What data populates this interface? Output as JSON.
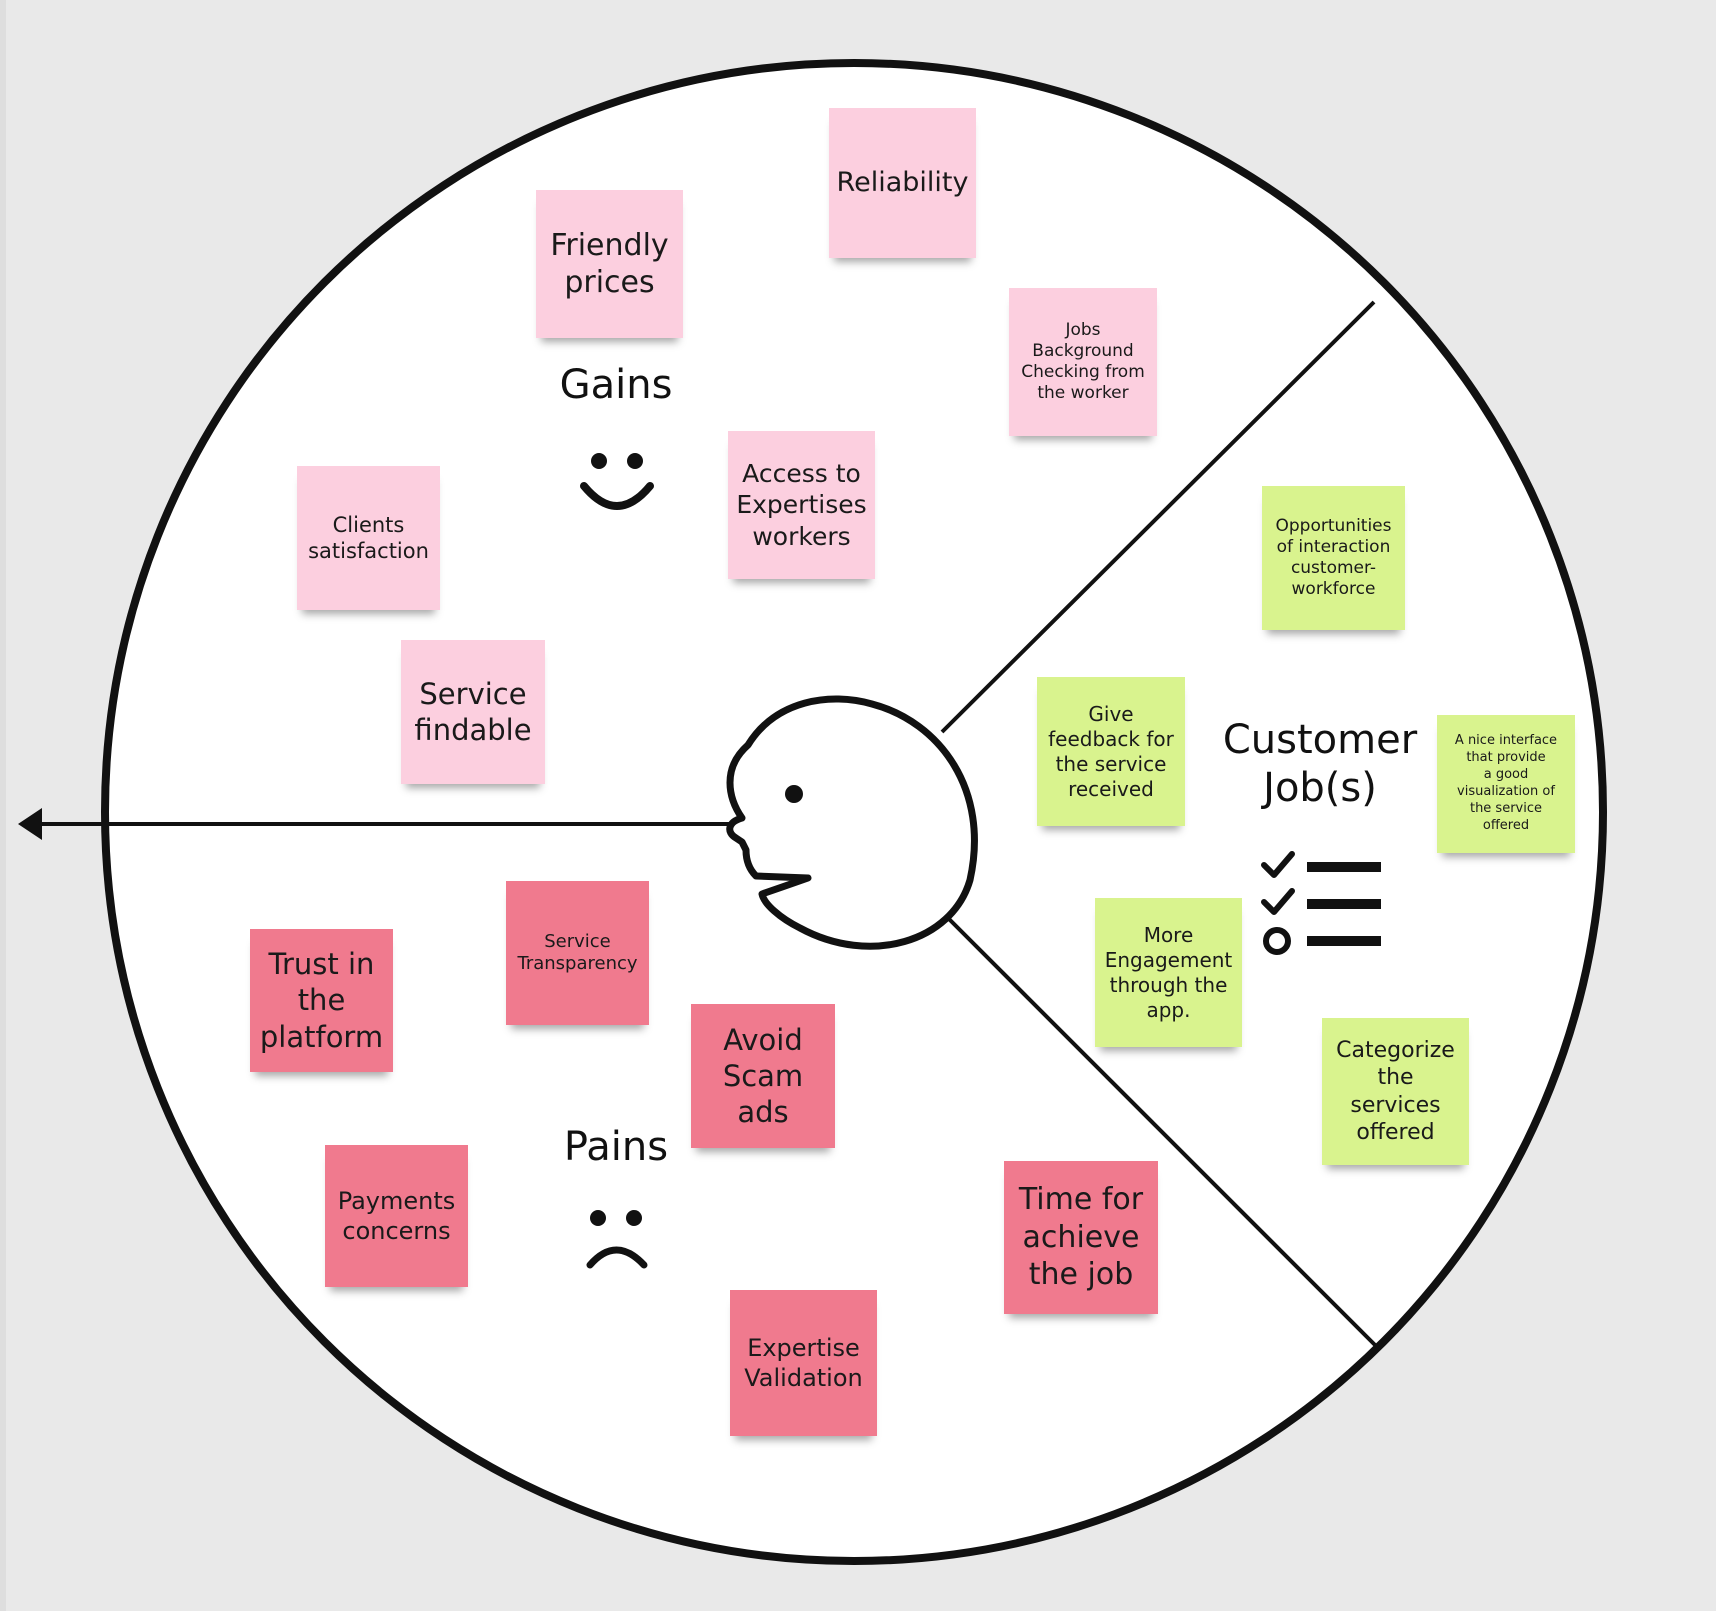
{
  "sections": {
    "gains": "Gains",
    "pains": "Pains",
    "jobs": "Customer\nJob(s)"
  },
  "icons": {
    "gains": "smiley-face-icon",
    "pains": "sad-face-icon",
    "jobs": "checklist-icon",
    "center": "customer-head-icon"
  },
  "colors": {
    "gains_sticky": "#fccfdf",
    "pains_sticky": "#f07a8e",
    "jobs_sticky": "#d9f38e",
    "background": "#e9e9e9"
  },
  "gains_stickies": [
    {
      "text": "Friendly\nprices"
    },
    {
      "text": "Reliability"
    },
    {
      "text": "Jobs\nBackground\nChecking from\nthe worker"
    },
    {
      "text": "Access to\nExpertises\nworkers"
    },
    {
      "text": "Clients\nsatisfaction"
    },
    {
      "text": "Service\nfindable"
    }
  ],
  "pains_stickies": [
    {
      "text": "Trust in\nthe\nplatform"
    },
    {
      "text": "Service\nTransparency"
    },
    {
      "text": "Avoid\nScam\nads"
    },
    {
      "text": "Payments\nconcerns"
    },
    {
      "text": "Expertise\nValidation"
    },
    {
      "text": "Time for\nachieve\nthe job"
    }
  ],
  "jobs_stickies": [
    {
      "text": "Opportunities\nof interaction\ncustomer-\nworkforce"
    },
    {
      "text": "Give\nfeedback for\nthe service\nreceived"
    },
    {
      "text": "A nice interface\nthat provide\na good\nvisualization of\nthe service\noffered"
    },
    {
      "text": "More\nEngagement\nthrough the\napp."
    },
    {
      "text": "Categorize\nthe services\noffered"
    }
  ]
}
